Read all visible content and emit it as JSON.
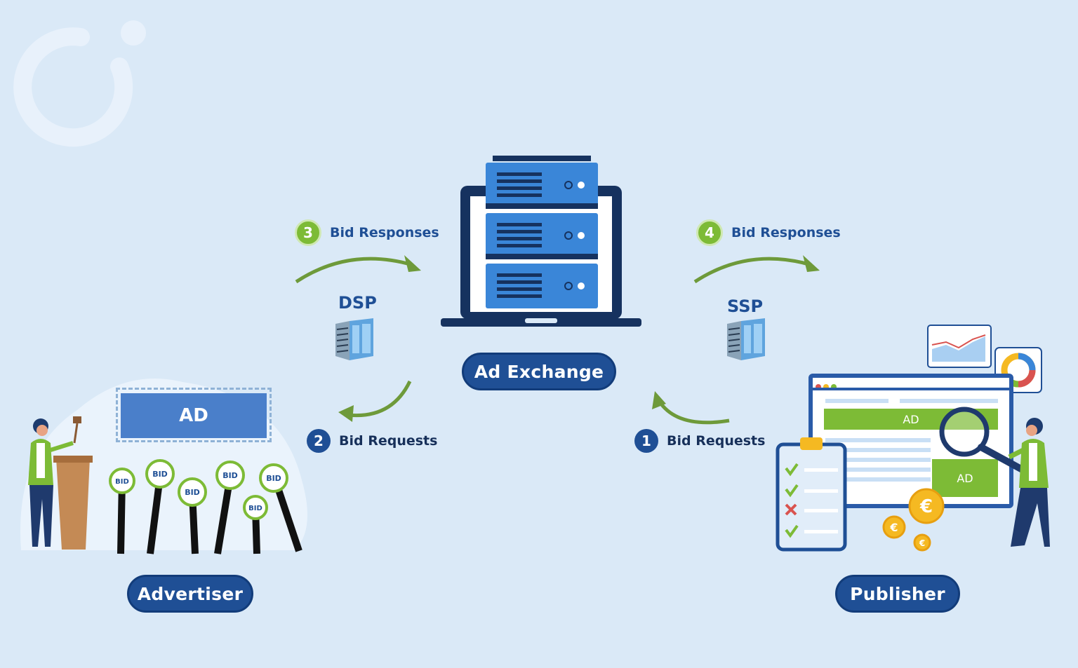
{
  "nodes": {
    "ad_exchange": "Ad Exchange",
    "advertiser": "Advertiser",
    "publisher": "Publisher",
    "dsp": "DSP",
    "ssp": "SSP"
  },
  "steps": [
    {
      "number": "1",
      "label": "Bid Requests"
    },
    {
      "number": "2",
      "label": "Bid Requests"
    },
    {
      "number": "3",
      "label": "Bid Responses"
    },
    {
      "number": "4",
      "label": "Bid Responses"
    }
  ],
  "advertiser_scene": {
    "ad_label": "AD",
    "bid_label": "BID"
  },
  "publisher_scene": {
    "ad_label_top": "AD",
    "ad_label_side": "AD",
    "coin_symbol": "€"
  },
  "colors": {
    "background": "#dae9f7",
    "primary_blue": "#1f4f95",
    "server_blue": "#3a86d8",
    "arrow_green": "#6e9a3a",
    "accent_green": "#7dbb36"
  },
  "icons": [
    "brand-logo-icon",
    "server-stack-icon",
    "laptop-icon",
    "server-rack-icon",
    "auction-gavel-icon",
    "magnifier-icon",
    "checklist-icon",
    "chart-icon",
    "donut-chart-icon",
    "euro-coin-icon"
  ]
}
